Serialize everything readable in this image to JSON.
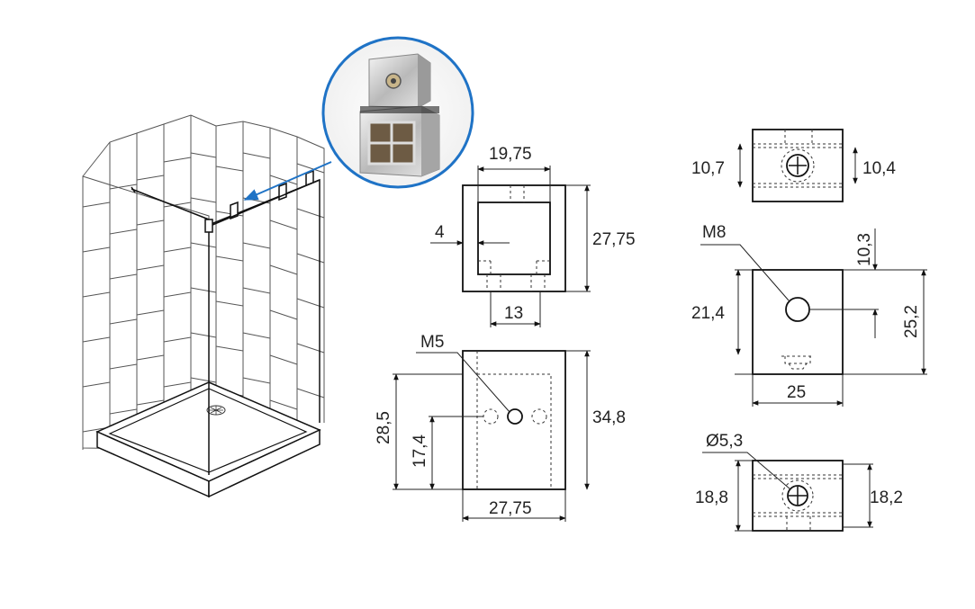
{
  "dimensions": {
    "front_width_top": "19,75",
    "front_gap": "4",
    "front_height": "27,75",
    "front_inner_width": "13",
    "screw_label": "M5",
    "side_height_outer": "28,5",
    "side_hole_height": "17,4",
    "side_total_height": "34,8",
    "side_width": "27,75",
    "top_left_dim": "10,7",
    "top_right_dim": "10,4",
    "thread_label": "M8",
    "thread_offset": "10,3",
    "mid_left_dim": "21,4",
    "mid_right_dim": "25,2",
    "mid_width": "25",
    "hole_diameter": "Ø5,3",
    "bottom_left_dim": "18,8",
    "bottom_right_dim": "18,2"
  },
  "colors": {
    "callout_ring": "#1f73c6",
    "arrow": "#1f73c6",
    "line": "#111111"
  },
  "icons": [
    "shower-enclosure-illustration",
    "bracket-photo-callout"
  ]
}
